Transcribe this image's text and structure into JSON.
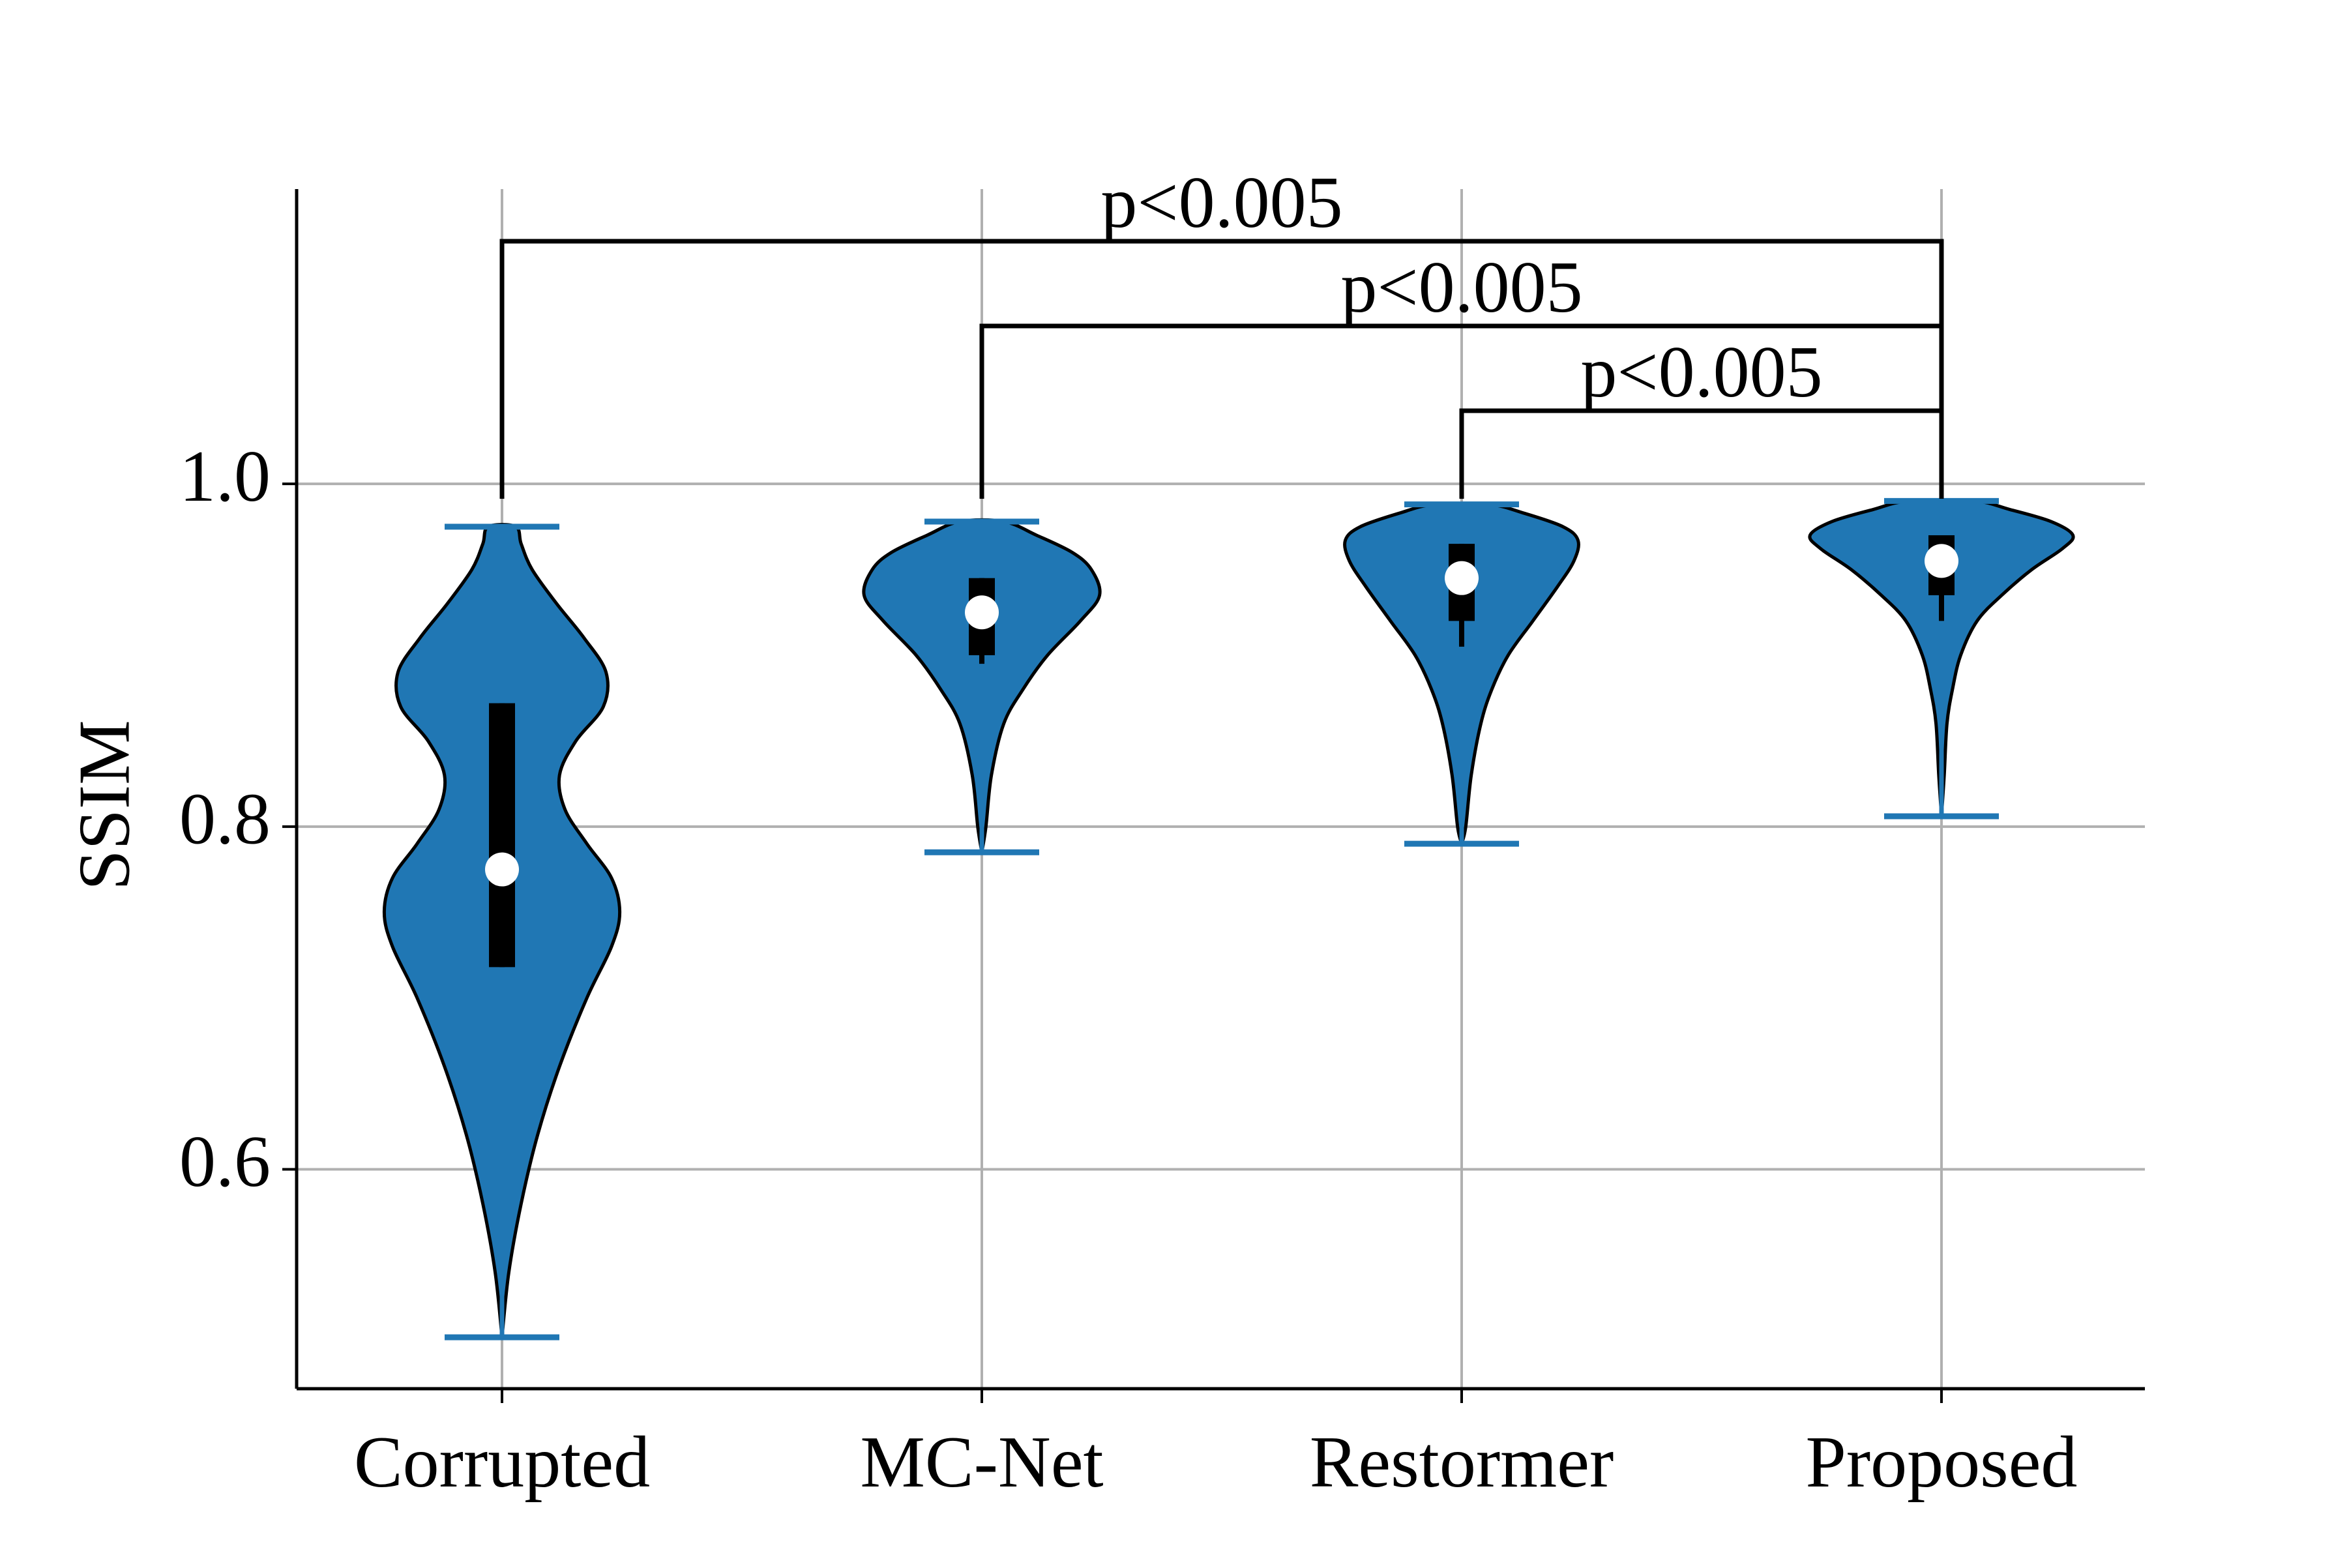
{
  "chart_data": {
    "type": "violin",
    "title": "",
    "xlabel": "",
    "ylabel": "SSIM",
    "ylim": [
      0.472,
      1.172
    ],
    "yticks": [
      "0.6",
      "0.8",
      "1.0"
    ],
    "grid": true,
    "colors": {
      "violin_fill": "#2077b4",
      "violin_edge": "#000000",
      "extrema": "#2077b4",
      "box": "#000000",
      "median_marker": "#ffffff",
      "grid": "#b0b0b0",
      "bracket": "#000000"
    },
    "categories": [
      "Corrupted",
      "MC-Net",
      "Restormer",
      "Proposed"
    ],
    "series": [
      {
        "category": "Corrupted",
        "min": 0.502,
        "max": 0.975,
        "median": 0.775,
        "q1": 0.718,
        "q3": 0.872,
        "whisker_low": 0.718,
        "whisker_high": 0.872,
        "density": [
          [
            0.502,
            0.0
          ],
          [
            0.54,
            0.05
          ],
          [
            0.58,
            0.14
          ],
          [
            0.62,
            0.26
          ],
          [
            0.66,
            0.42
          ],
          [
            0.7,
            0.62
          ],
          [
            0.73,
            0.8
          ],
          [
            0.75,
            0.86
          ],
          [
            0.77,
            0.8
          ],
          [
            0.79,
            0.62
          ],
          [
            0.81,
            0.46
          ],
          [
            0.83,
            0.42
          ],
          [
            0.85,
            0.54
          ],
          [
            0.87,
            0.74
          ],
          [
            0.89,
            0.76
          ],
          [
            0.91,
            0.6
          ],
          [
            0.93,
            0.4
          ],
          [
            0.95,
            0.22
          ],
          [
            0.965,
            0.14
          ],
          [
            0.975,
            0.1
          ]
        ]
      },
      {
        "category": "MC-Net",
        "min": 0.785,
        "max": 0.978,
        "median": 0.925,
        "q1": 0.9,
        "q3": 0.945,
        "whisker_low": 0.895,
        "whisker_high": 0.945,
        "density": [
          [
            0.785,
            0.0
          ],
          [
            0.8,
            0.03
          ],
          [
            0.83,
            0.07
          ],
          [
            0.86,
            0.16
          ],
          [
            0.88,
            0.3
          ],
          [
            0.9,
            0.48
          ],
          [
            0.92,
            0.72
          ],
          [
            0.935,
            0.86
          ],
          [
            0.95,
            0.8
          ],
          [
            0.96,
            0.66
          ],
          [
            0.97,
            0.4
          ],
          [
            0.978,
            0.16
          ]
        ]
      },
      {
        "category": "Restormer",
        "min": 0.79,
        "max": 0.988,
        "median": 0.945,
        "q1": 0.92,
        "q3": 0.965,
        "whisker_low": 0.905,
        "whisker_high": 0.965,
        "density": [
          [
            0.79,
            0.0
          ],
          [
            0.8,
            0.03
          ],
          [
            0.83,
            0.07
          ],
          [
            0.86,
            0.14
          ],
          [
            0.88,
            0.22
          ],
          [
            0.9,
            0.34
          ],
          [
            0.92,
            0.52
          ],
          [
            0.94,
            0.7
          ],
          [
            0.955,
            0.82
          ],
          [
            0.967,
            0.85
          ],
          [
            0.975,
            0.74
          ],
          [
            0.983,
            0.45
          ],
          [
            0.988,
            0.2
          ]
        ]
      },
      {
        "category": "Proposed",
        "min": 0.806,
        "max": 0.99,
        "median": 0.955,
        "q1": 0.935,
        "q3": 0.97,
        "whisker_low": 0.92,
        "whisker_high": 0.97,
        "density": [
          [
            0.806,
            0.0
          ],
          [
            0.83,
            0.02
          ],
          [
            0.86,
            0.04
          ],
          [
            0.88,
            0.08
          ],
          [
            0.9,
            0.14
          ],
          [
            0.92,
            0.26
          ],
          [
            0.935,
            0.44
          ],
          [
            0.95,
            0.66
          ],
          [
            0.962,
            0.88
          ],
          [
            0.97,
            0.96
          ],
          [
            0.978,
            0.8
          ],
          [
            0.985,
            0.5
          ],
          [
            0.99,
            0.24
          ]
        ]
      }
    ],
    "significance": [
      {
        "from": "Corrupted",
        "to": "Proposed",
        "label": "p<0.005"
      },
      {
        "from": "MC-Net",
        "to": "Proposed",
        "label": "p<0.005"
      },
      {
        "from": "Restormer",
        "to": "Proposed",
        "label": "p<0.005"
      }
    ]
  }
}
